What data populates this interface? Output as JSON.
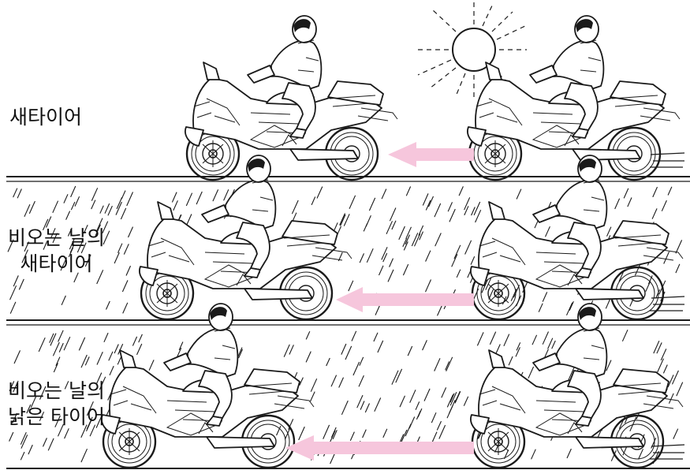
{
  "colors": {
    "line": "#1a1a1a",
    "arrow": "#f6c6dc",
    "background": "#ffffff"
  },
  "rows": [
    {
      "id": "dry-new",
      "weather": "sun",
      "label_lines": [
        "새타이어"
      ],
      "icon": "sun-icon"
    },
    {
      "id": "rain-new",
      "weather": "rain",
      "label_lines": [
        "비오는 날의",
        "새타이어"
      ],
      "icon": "rain-streaks"
    },
    {
      "id": "rain-worn",
      "weather": "rain",
      "label_lines": [
        "비오는 날의",
        "낡은 타이어"
      ],
      "icon": "rain-streaks"
    }
  ]
}
